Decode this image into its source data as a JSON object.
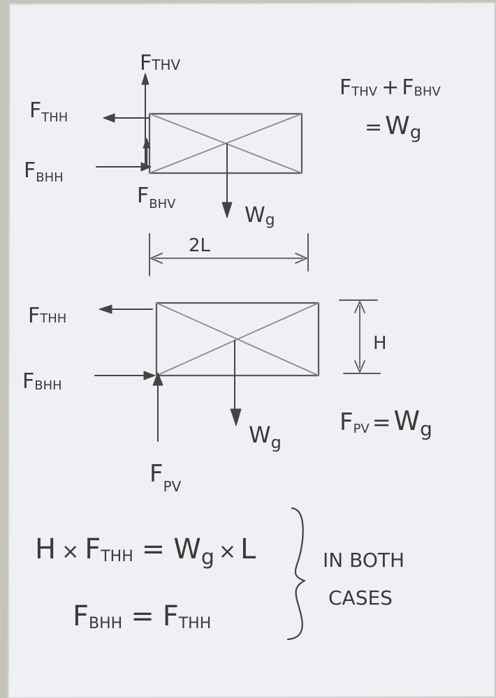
{
  "diagram1": {
    "labels": {
      "f_thv": {
        "main": "F",
        "sub": "THV"
      },
      "f_thh": {
        "main": "F",
        "sub": "THH"
      },
      "f_bhh": {
        "main": "F",
        "sub": "BHH"
      },
      "f_bhv": {
        "main": "F",
        "sub": "BHV"
      },
      "wg": {
        "main": "W",
        "sub": "g"
      },
      "span": "2L"
    },
    "equation": {
      "line1_a": "F",
      "line1_a_sub": "THV",
      "line1_op": "+",
      "line1_b": "F",
      "line1_b_sub": "BHV",
      "line2_eq": "=",
      "line2_w": "W",
      "line2_w_sub": "g"
    }
  },
  "diagram2": {
    "labels": {
      "f_thh": {
        "main": "F",
        "sub": "THH"
      },
      "f_bhh": {
        "main": "F",
        "sub": "BHH"
      },
      "f_pv": {
        "main": "F",
        "sub": "PV"
      },
      "wg": {
        "main": "W",
        "sub": "g"
      },
      "height": "H"
    },
    "equation": {
      "f": "F",
      "f_sub": "PV",
      "eq": "=",
      "w": "W",
      "w_sub": "g"
    }
  },
  "moment_equations": {
    "eq1": {
      "h": "H",
      "times1": "×",
      "f": "F",
      "f_sub": "THH",
      "eq": "=",
      "w": "W",
      "w_sub": "g",
      "times2": "×",
      "l": "L"
    },
    "eq2": {
      "f1": "F",
      "f1_sub": "BHH",
      "eq": "=",
      "f2": "F",
      "f2_sub": "THH"
    },
    "note_line1": "IN BOTH",
    "note_line2": "CASES"
  }
}
